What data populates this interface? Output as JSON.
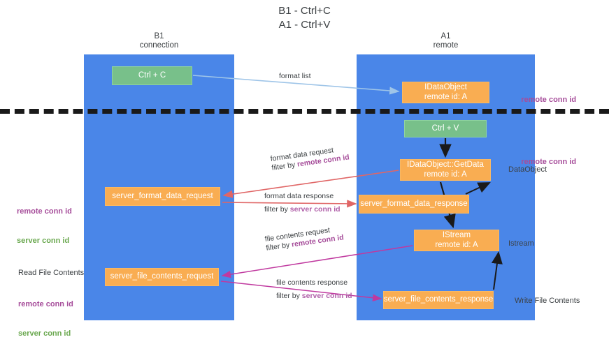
{
  "title": "B1 - Ctrl+C\nA1 - Ctrl+V",
  "columns": {
    "left": {
      "header": "B1\nconnection"
    },
    "right": {
      "header": "A1\nremote"
    }
  },
  "nodes": {
    "ctrl_c": {
      "line1": "Ctrl + C",
      "line2": "",
      "color": "#78c08a"
    },
    "idataobject": {
      "line1": "IDataObject",
      "line2": "remote id: A",
      "color": "#f9ad52"
    },
    "ctrl_v": {
      "line1": "Ctrl + V",
      "line2": "",
      "color": "#78c08a"
    },
    "getdata": {
      "line1": "IDataObject::GetData",
      "line2": "remote id: A",
      "color": "#f9ad52"
    },
    "server_format_data_request": {
      "line1": "server_format_data_request",
      "line2": "",
      "color": "#f9ad52"
    },
    "server_format_data_response": {
      "line1": "server_format_data_response",
      "line2": "",
      "color": "#f9ad52"
    },
    "istream": {
      "line1": "IStream",
      "line2": "remote id: A",
      "color": "#f9ad52"
    },
    "server_file_contents_request": {
      "line1": "server_file_contents_request",
      "line2": "",
      "color": "#f9ad52"
    },
    "server_file_contents_response": {
      "line1": "server_file_contents_response",
      "line2": "",
      "color": "#f9ad52"
    }
  },
  "arrow_labels": {
    "format_list": "format list",
    "format_data_request": "format data request",
    "format_data_request_filter_prefix": "filter by ",
    "format_data_request_filter_key": "remote conn id",
    "format_data_response": "format data response",
    "format_data_response_filter_prefix": "filter by ",
    "format_data_response_filter_key": "server conn id",
    "file_contents_request": "file contents request",
    "file_contents_request_filter_prefix": "filter by ",
    "file_contents_request_filter_key": "remote conn id",
    "file_contents_response": "file contents response",
    "file_contents_response_filter_prefix": "filter by ",
    "file_contents_response_filter_key": "server conn id"
  },
  "annotations": {
    "remote_conn_id_top": "remote conn id",
    "remote_conn_id_mid": "remote conn id",
    "dataobject": "DataObject",
    "istream": "Istream",
    "write_file_contents": "Write File Contents",
    "read_file_contents": "Read File Contents",
    "left_remote_conn_id": "remote conn id",
    "left_server_conn_id": "server conn id",
    "left_remote_conn_id_2": "remote conn id",
    "left_server_conn_id_2": "server conn id"
  },
  "colors": {
    "lane": "#4a86e8",
    "green_node": "#78c08a",
    "orange_node": "#f9ad52",
    "purple_key": "#a64d9a",
    "green_key": "#6aa84f",
    "arrow_blue": "#9fc5e8",
    "arrow_red": "#e06666",
    "arrow_magenta": "#c0399f",
    "arrow_black": "#1a1a1a",
    "divider": "#1a1a1a",
    "background": "#ffffff"
  }
}
